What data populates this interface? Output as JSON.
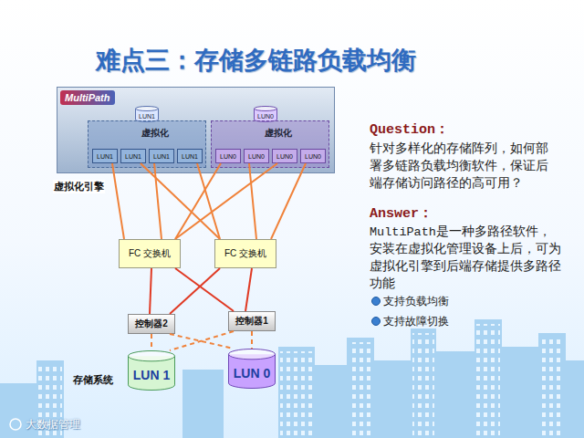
{
  "diagram": {
    "title": "难点三：存储多链路负载均衡",
    "nodes": [
      {
        "text": [
          "MultiPath"
        ]
      },
      {
        "text": [
          "LUN1"
        ],
        "in": 0
      },
      {
        "text": [
          "虚拟化"
        ],
        "in": 0
      },
      {
        "text": [
          "LUN1"
        ],
        "in": 2
      },
      {
        "text": [
          "LUN1"
        ],
        "in": 2
      },
      {
        "text": [
          "LUN1"
        ],
        "in": 2
      },
      {
        "text": [
          "LUN1"
        ],
        "in": 2
      },
      {
        "text": [
          "LUN0"
        ],
        "in": 0
      },
      {
        "text": [
          "虚拟化"
        ],
        "in": 0
      },
      {
        "text": [
          "LUN0"
        ],
        "in": 8
      },
      {
        "text": [
          "LUN0"
        ],
        "in": 8
      },
      {
        "text": [
          "LUN0"
        ],
        "in": 8
      },
      {
        "text": [
          "LUN0"
        ],
        "in": 8
      },
      {
        "text": [
          "FC 交换机"
        ]
      },
      {
        "text": [
          "FC 交换机"
        ]
      },
      {
        "text": [
          "控制器2"
        ]
      },
      {
        "text": [
          "控制器1"
        ]
      },
      {
        "text": [
          "LUN 1"
        ]
      },
      {
        "text": [
          "LUN 0"
        ]
      }
    ],
    "edges": [
      {
        "from": 3,
        "to": 13,
        "arrow": "none"
      },
      {
        "from": 4,
        "to": 14,
        "arrow": "none"
      },
      {
        "from": 5,
        "to": 13,
        "arrow": "none"
      },
      {
        "from": 6,
        "to": 14,
        "arrow": "none"
      },
      {
        "from": 9,
        "to": 13,
        "arrow": "none"
      },
      {
        "from": 10,
        "to": 14,
        "arrow": "none"
      },
      {
        "from": 11,
        "to": 13,
        "arrow": "none"
      },
      {
        "from": 12,
        "to": 14,
        "arrow": "none"
      },
      {
        "from": 13,
        "to": 15,
        "arrow": "none"
      },
      {
        "from": 13,
        "to": 16,
        "arrow": "none"
      },
      {
        "from": 14,
        "to": 15,
        "arrow": "none"
      },
      {
        "from": 14,
        "to": 16,
        "arrow": "none"
      },
      {
        "from": 15,
        "to": 17,
        "arrow": "none"
      },
      {
        "from": 15,
        "to": 18,
        "arrow": "none"
      },
      {
        "from": 16,
        "to": 17,
        "arrow": "none"
      },
      {
        "from": 16,
        "to": 18,
        "arrow": "none"
      }
    ],
    "labels": [
      "虚拟化引擎",
      "存储系统",
      "Question：",
      "针对多样化的存储阵列，如何部署多链路负载均衡软件，保证后端存储访问路径的高可用？",
      "Answer：",
      "MultiPath是一种多路径软件，安装在虚拟化管理设备上后，可为虚拟化引擎到后端存储提供多路径功能",
      "支持负载均衡",
      "支持故障切换",
      "大数据管理"
    ]
  }
}
